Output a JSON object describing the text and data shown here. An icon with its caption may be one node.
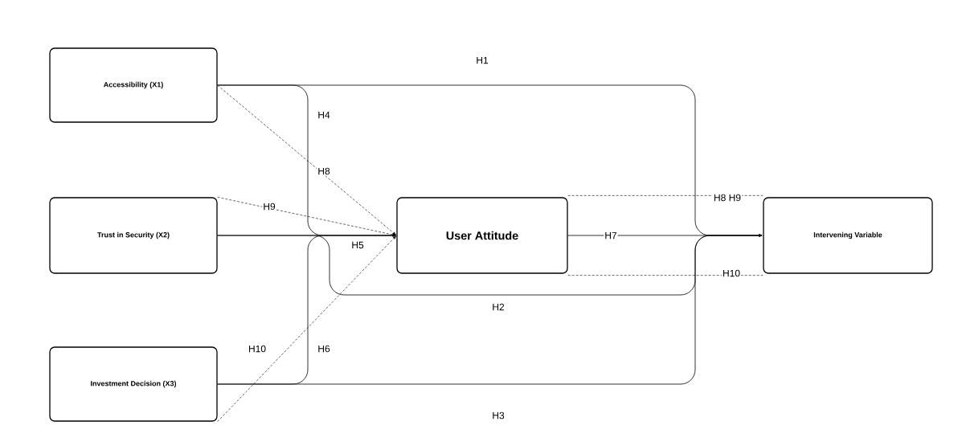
{
  "diagram": {
    "nodes": [
      {
        "text": [
          "Accessibility (X1)"
        ]
      },
      {
        "text": [
          "Trust in Security (X2)"
        ]
      },
      {
        "text": [
          "Investment Decision (X3)"
        ]
      },
      {
        "text": [
          "User Attitude"
        ]
      },
      {
        "text": [
          "Intervening Variable"
        ]
      }
    ],
    "edges": [
      {
        "from": 0,
        "to": 4,
        "arrow": "to",
        "label": "H1"
      },
      {
        "from": 0,
        "to": 3,
        "arrow": "to",
        "label": "H4"
      },
      {
        "from": 0,
        "to": 3,
        "arrow": "to",
        "label": "H8",
        "style": "dashed"
      },
      {
        "from": 1,
        "to": 3,
        "arrow": "to",
        "label": "H9",
        "style": "dashed"
      },
      {
        "from": 1,
        "to": 3,
        "arrow": "to",
        "label": "H5"
      },
      {
        "from": 1,
        "to": 4,
        "arrow": "to",
        "label": "H2"
      },
      {
        "from": 2,
        "to": 3,
        "arrow": "to",
        "label": "H10",
        "style": "dashed"
      },
      {
        "from": 2,
        "to": 3,
        "arrow": "to",
        "label": "H6"
      },
      {
        "from": 2,
        "to": 4,
        "arrow": "to",
        "label": "H3"
      },
      {
        "from": 3,
        "to": 4,
        "arrow": "to",
        "label": "H7"
      },
      {
        "from": 3,
        "to": 4,
        "arrow": "none",
        "label": "H8 H9",
        "style": "dashed"
      },
      {
        "from": 3,
        "to": 4,
        "arrow": "none",
        "label": "H10",
        "style": "dashed"
      }
    ]
  }
}
